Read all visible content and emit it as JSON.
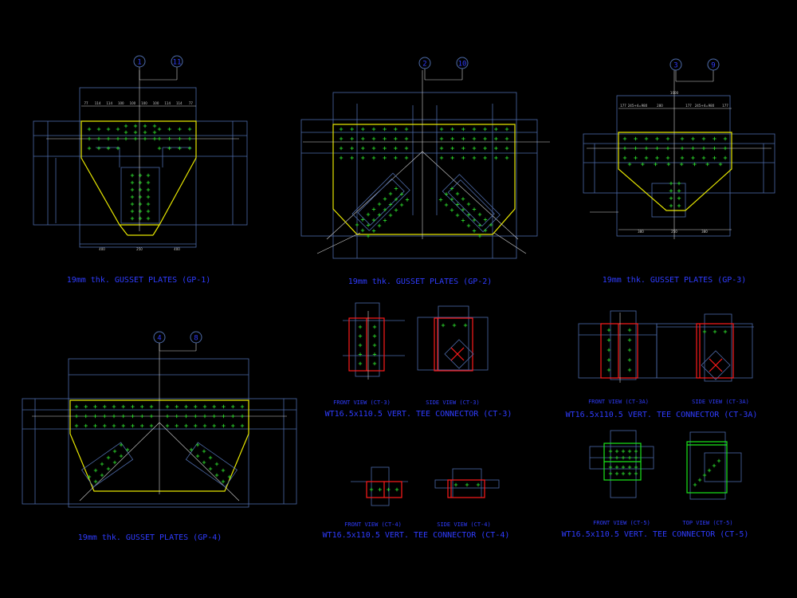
{
  "drawing": {
    "colors": {
      "background": "#000000",
      "outline": "#4d6aa8",
      "gusset": "#e6e600",
      "bolts": "#2fe82f",
      "connector": "#ff1a1a",
      "connector_ct5": "#19e619",
      "text": "#2f3cff"
    },
    "gusset_plates": [
      {
        "id": "gp1",
        "title": "19mm thk. GUSSET PLATES (GP-1)",
        "bubbles": [
          "1",
          "11"
        ]
      },
      {
        "id": "gp2",
        "title": "19mm thk. GUSSET PLATES (GP-2)",
        "bubbles": [
          "2",
          "10"
        ]
      },
      {
        "id": "gp3",
        "title": "19mm thk. GUSSET PLATES (GP-3)",
        "bubbles": [
          "3",
          "9"
        ]
      },
      {
        "id": "gp4",
        "title": "19mm thk. GUSSET PLATES (GP-4)",
        "bubbles": [
          "4",
          "8"
        ]
      }
    ],
    "connectors": {
      "ct3": {
        "front": "FRONT VIEW (CT-3)",
        "side": "SIDE VIEW (CT-3)",
        "title": "WT16.5x110.5 VERT. TEE CONNECTOR (CT-3)"
      },
      "ct3a": {
        "front": "FRONT VIEW (CT-3A)",
        "side": "SIDE VIEW (CT-3A)",
        "title": "WT16.5x110.5 VERT. TEE CONNECTOR (CT-3A)"
      },
      "ct4": {
        "front": "FRONT VIEW (CT-4)",
        "side": "SIDE VIEW (CT-4)",
        "title": "WT16.5x110.5 VERT. TEE CONNECTOR (CT-4)"
      },
      "ct5": {
        "front": "FRONT VIEW (CT-5)",
        "side": "TOP VIEW (CT-5)",
        "title": "WT16.5x110.5 VERT. TEE CONNECTOR (CT-5)"
      }
    },
    "dims": {
      "gp1_top": [
        "77",
        "114",
        "114",
        "100",
        "100",
        "100",
        "100",
        "114",
        "114",
        "77"
      ],
      "gp1_bottom": [
        "400",
        "250",
        "400"
      ],
      "gp3_top": [
        "177",
        "245+4=980",
        "280",
        "177",
        "245+4=980",
        "177"
      ],
      "gp3_bottom": [
        "380",
        "250",
        "380"
      ],
      "gp3_overall": "1000"
    }
  }
}
